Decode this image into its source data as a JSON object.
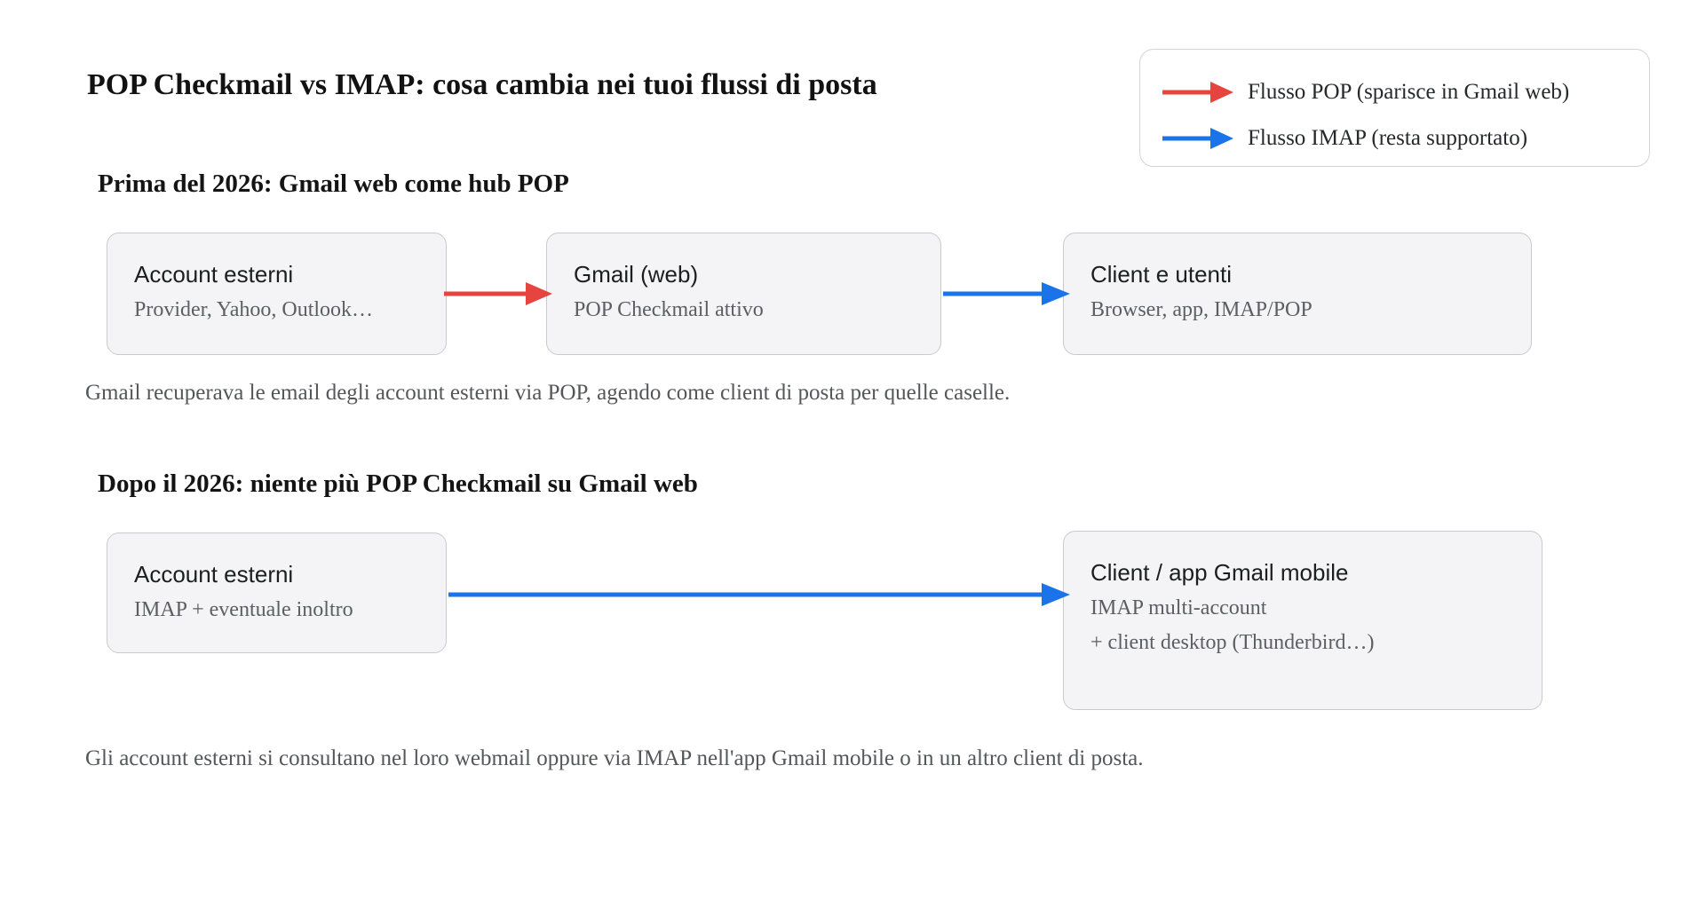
{
  "title": "POP Checkmail vs IMAP: cosa cambia nei tuoi flussi di posta",
  "colors": {
    "pop_flow": "#e5443f",
    "imap_flow": "#1a73e8",
    "box_bg": "#f4f4f6",
    "box_border": "#c9c9cf",
    "panel_border": "#d3d3d9"
  },
  "legend": {
    "items": [
      {
        "label": "Flusso POP (sparisce in Gmail web)",
        "flow": "pop"
      },
      {
        "label": "Flusso IMAP (resta supportato)",
        "flow": "imap"
      }
    ]
  },
  "sections": [
    {
      "heading": "Prima del 2026: Gmail web come hub POP",
      "boxes": [
        {
          "title": "Account esterni",
          "subtitle": "Provider, Yahoo, Outlook…"
        },
        {
          "title": "Gmail (web)",
          "subtitle": "POP Checkmail attivo"
        },
        {
          "title": "Client e utenti",
          "subtitle": "Browser, app, IMAP/POP"
        }
      ],
      "caption": "Gmail recuperava le email degli account esterni via POP, agendo come client di posta per quelle caselle."
    },
    {
      "heading": "Dopo il 2026: niente più POP Checkmail su Gmail web",
      "boxes": [
        {
          "title": "Account esterni",
          "subtitle": "IMAP + eventuale inoltro"
        },
        {
          "title": "Client / app Gmail mobile",
          "subtitle": "IMAP multi-account",
          "subtitle2": "+ client desktop (Thunderbird…)"
        }
      ],
      "caption": "Gli account esterni si consultano nel loro webmail oppure via IMAP nell'app Gmail mobile o in un altro client di posta."
    }
  ]
}
